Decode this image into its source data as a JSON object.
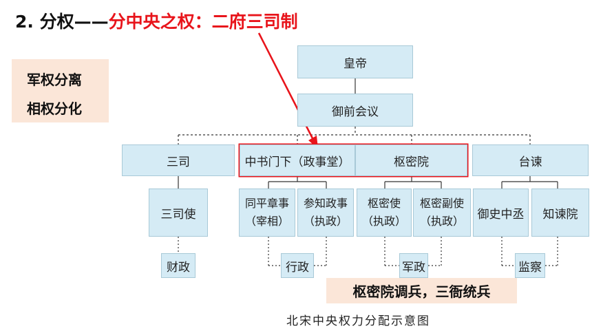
{
  "heading": {
    "prefix": "2. 分权——",
    "highlight": "分中央之权：二府三司制"
  },
  "side_notes": [
    "军权分离",
    "相权分化"
  ],
  "nodes": {
    "emperor": "皇帝",
    "council": "御前会议",
    "sansi": "三司",
    "zhongshu": "中书门下（政事堂）",
    "shumiyuan": "枢密院",
    "taijian": "台谏",
    "sansishi": "三司使",
    "tongping": {
      "line1": "同平章事",
      "line2": "（宰相）"
    },
    "canzhi": {
      "line1": "参知政事",
      "line2": "（执政）"
    },
    "shumishi": {
      "line1": "枢密使",
      "line2": "（执政）"
    },
    "shumifushi": {
      "line1": "枢密副使",
      "line2": "（执政）"
    },
    "yushi": "御史中丞",
    "zhijian": "知谏院",
    "caizheng": "财政",
    "xingzheng": "行政",
    "junzheng": "军政",
    "jiancha": "监察"
  },
  "note": "枢密院调兵，三衙统兵",
  "caption": "北宋中央权力分配示意图",
  "colors": {
    "highlight": "#e8141b",
    "node_fill": "#d5ebf5",
    "note_fill": "#fbe6d8"
  }
}
